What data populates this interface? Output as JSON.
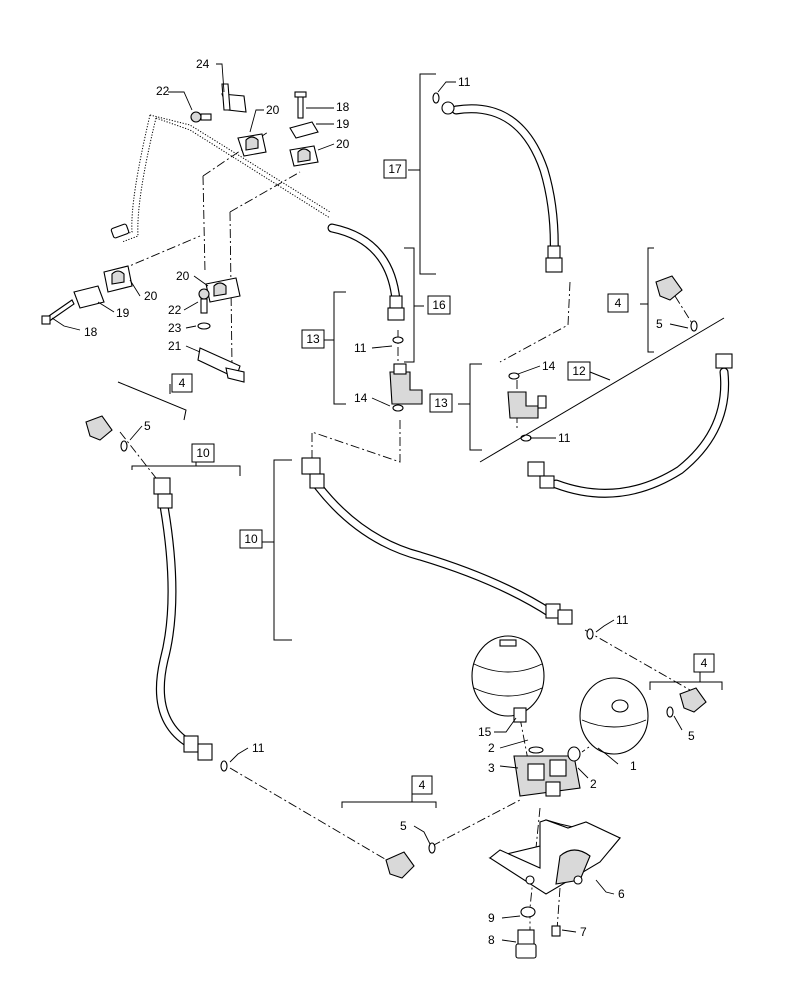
{
  "callouts": [
    {
      "text": "24"
    },
    {
      "text": "22"
    },
    {
      "text": "20"
    },
    {
      "text": "18"
    },
    {
      "text": "19"
    },
    {
      "text": "20"
    },
    {
      "text": "11"
    },
    {
      "text": "20"
    },
    {
      "text": "18"
    },
    {
      "text": "19"
    },
    {
      "text": "20"
    },
    {
      "text": "22"
    },
    {
      "text": "23"
    },
    {
      "text": "21"
    },
    {
      "text": "11"
    },
    {
      "text": "5"
    },
    {
      "text": "14"
    },
    {
      "text": "14"
    },
    {
      "text": "11"
    },
    {
      "text": "5"
    },
    {
      "text": "11"
    },
    {
      "text": "15"
    },
    {
      "text": "2"
    },
    {
      "text": "3"
    },
    {
      "text": "2"
    },
    {
      "text": "1"
    },
    {
      "text": "5"
    },
    {
      "text": "11"
    },
    {
      "text": "5"
    },
    {
      "text": "6"
    },
    {
      "text": "9"
    },
    {
      "text": "7"
    },
    {
      "text": "8"
    }
  ],
  "boxed_labels": [
    {
      "text": "17"
    },
    {
      "text": "16"
    },
    {
      "text": "13"
    },
    {
      "text": "4"
    },
    {
      "text": "12"
    },
    {
      "text": "13"
    },
    {
      "text": "4"
    },
    {
      "text": "10"
    },
    {
      "text": "10"
    },
    {
      "text": "4"
    },
    {
      "text": "4"
    }
  ]
}
